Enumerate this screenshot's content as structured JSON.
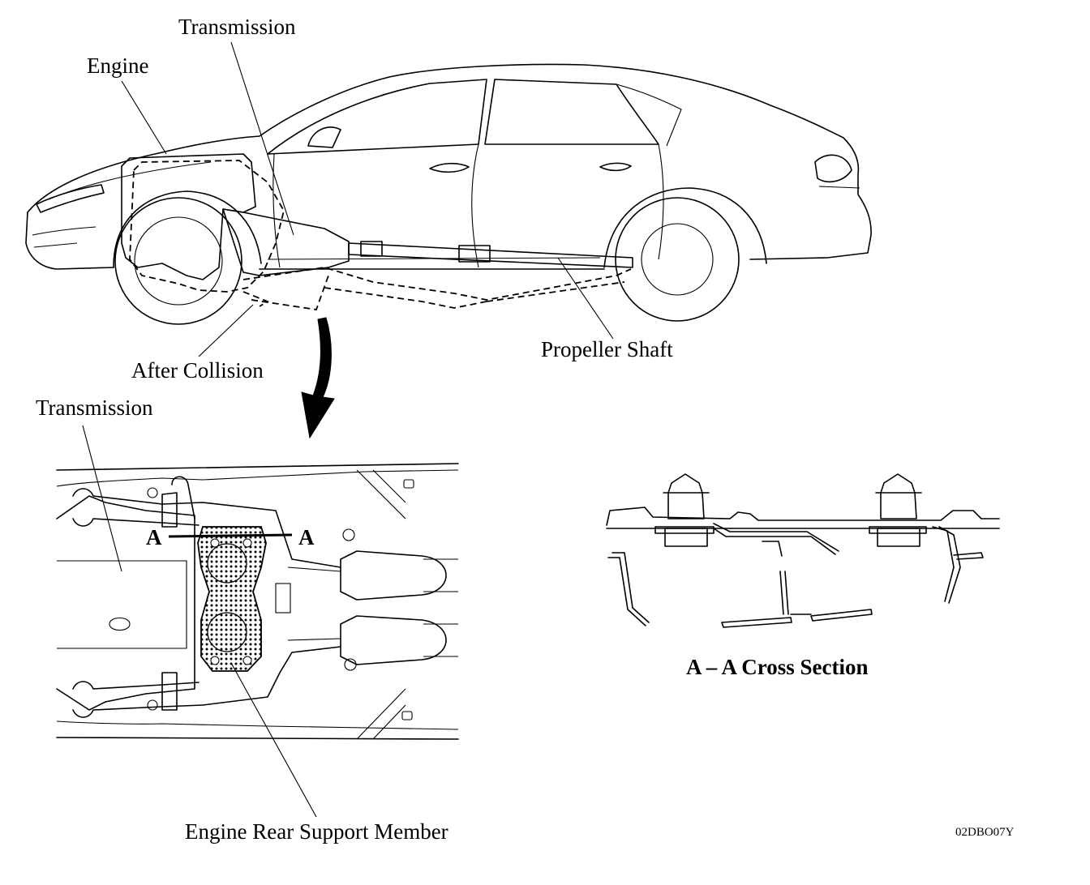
{
  "labels": {
    "transmission_top": "Transmission",
    "engine": "Engine",
    "after_collision": "After Collision",
    "propeller_shaft": "Propeller Shaft",
    "transmission_bottom": "Transmission",
    "section_mark_left": "A",
    "section_mark_right": "A",
    "cross_section_title": "A – A Cross Section",
    "engine_rear_support_member": "Engine Rear Support Member",
    "figure_code": "02DBO07Y"
  }
}
